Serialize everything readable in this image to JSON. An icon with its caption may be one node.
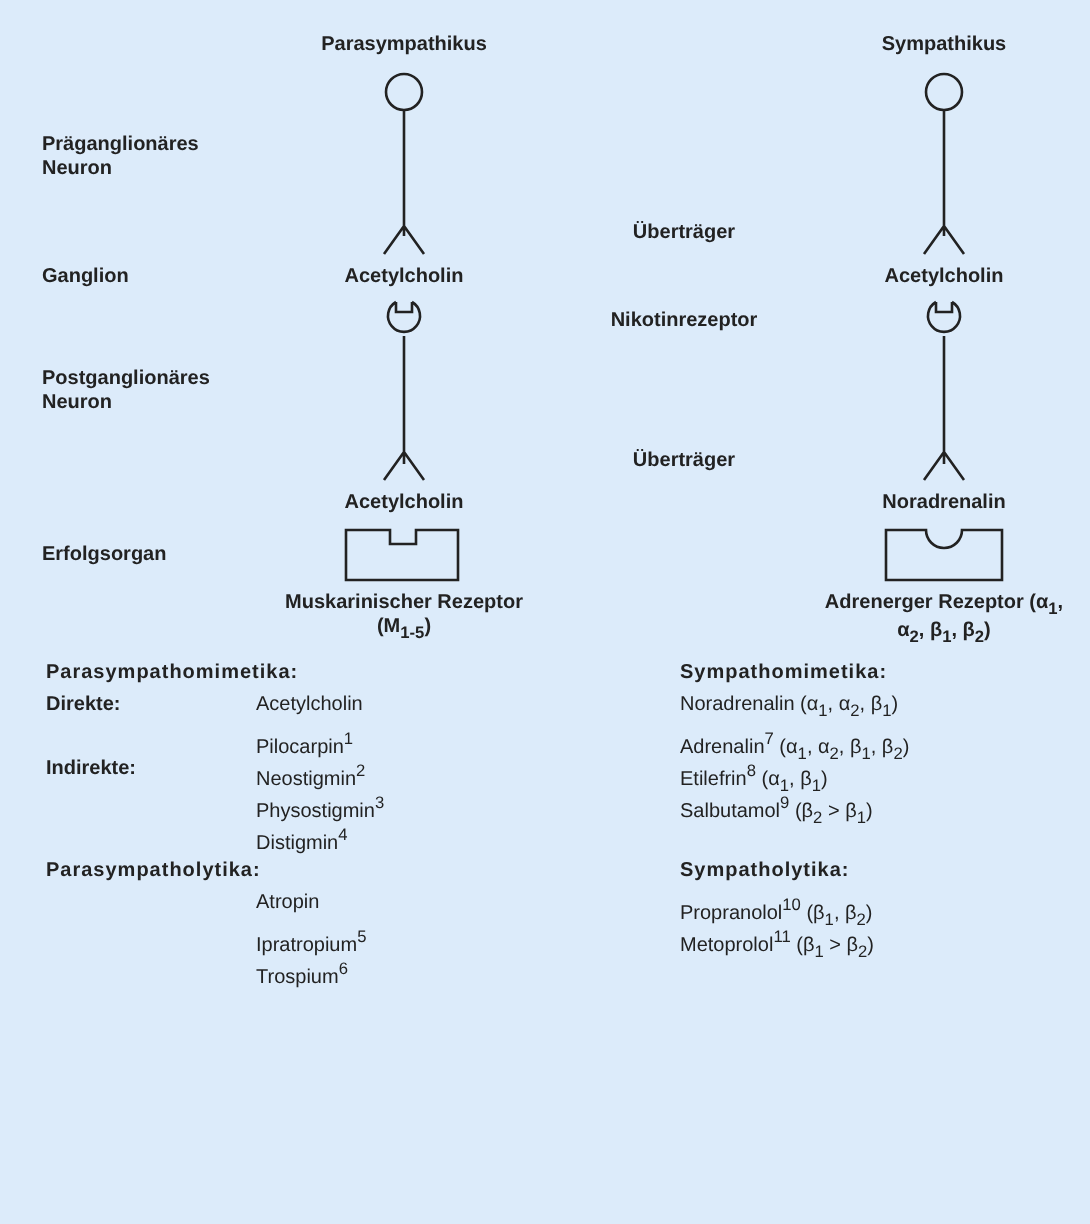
{
  "diagram": {
    "labels": [
      "Parasympathikus",
      "Sympathikus",
      "Präganglionäres Neuron",
      "Überträger",
      "Ganglion",
      "Acetylcholin",
      "Acetylcholin",
      "Nikotinrezeptor",
      "Postganglionäres Neuron",
      "Überträger",
      "Acetylcholin",
      "Noradrenalin",
      "Erfolgsorgan",
      "Muskarinischer Rezeptor (M$_{1-5}$)",
      "Adrenerger Rezeptor (α$_{1}$, α$_{2}$, β$_{1}$, β$_{2}$)",
      "Parasympathomimetika:",
      "Sympathomimetika:",
      "Direkte:",
      "Acetylcholin",
      "Noradrenalin (α$_{1}$, α$_{2}$, β$_{1}$)",
      "Pilocarpin$^{1}$",
      "Adrenalin$^{7}$ (α$_{1}$, α$_{2}$, β$_{1}$, β$_{2}$)",
      "Indirekte:",
      "Neostigmin$^{2}$",
      "Etilefrin$^{8}$ (α$_{1}$, β$_{1}$)",
      "Physostigmin$^{3}$",
      "Salbutamol$^{9}$ (β$_{2}$ > β$_{1}$)",
      "Distigmin$^{4}$",
      "Parasympatholytika:",
      "Sympatholytika:",
      "Atropin",
      "Propranolol$^{10}$ (β$_{1}$, β$_{2}$)",
      "Ipratropium$^{5}$",
      "Metoprolol$^{11}$ (β$_{1}$ > β$_{2}$)",
      "Trospium$^{6}$"
    ]
  }
}
